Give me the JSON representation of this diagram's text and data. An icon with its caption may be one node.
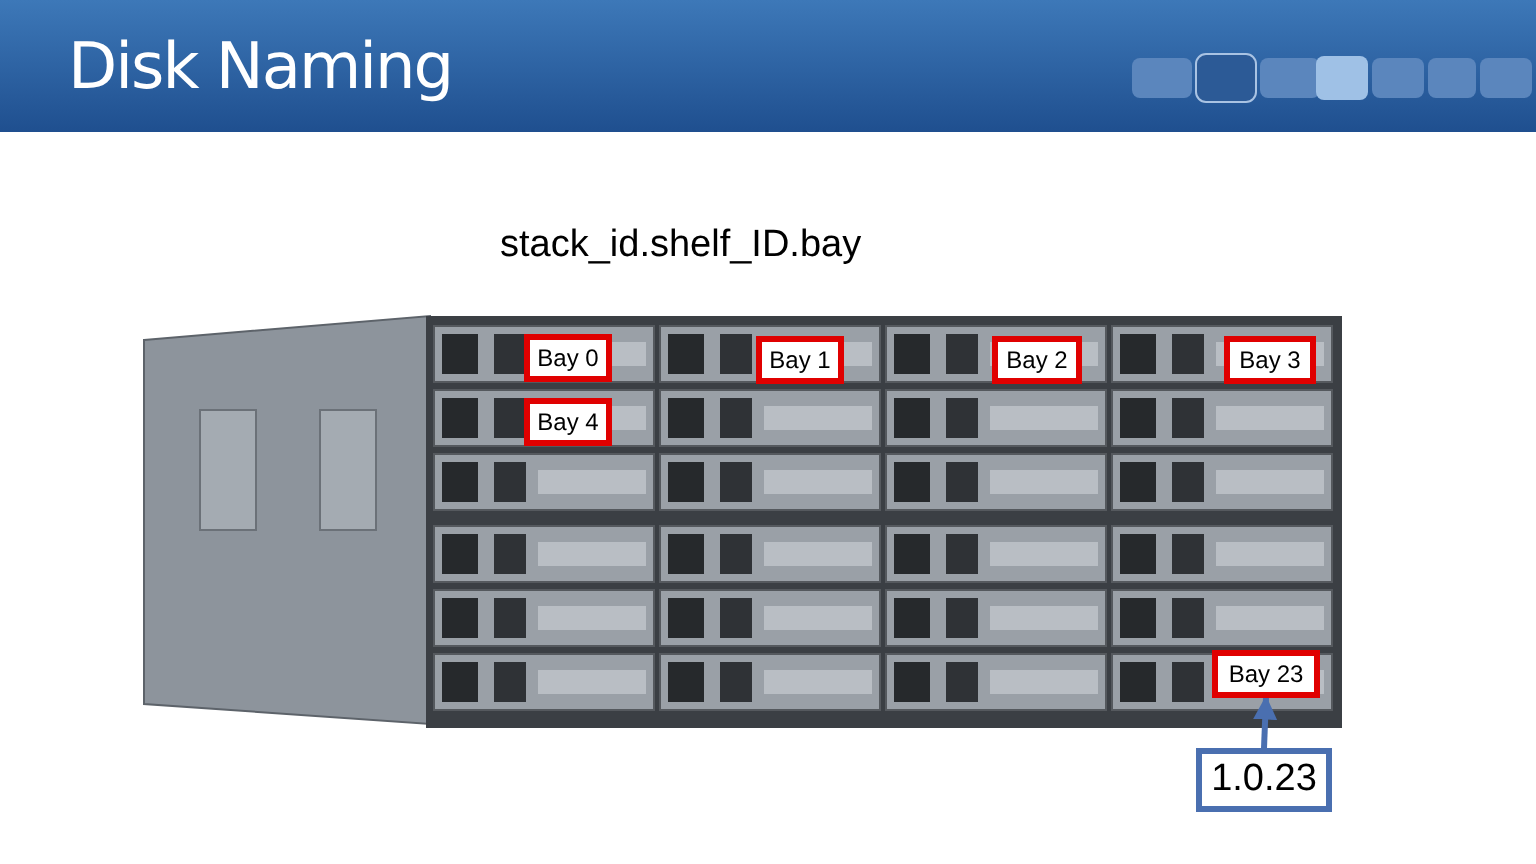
{
  "diagram": {
    "title": "Disk Naming",
    "nodes": [
      {
        "text": [
          "Bay 0"
        ]
      },
      {
        "text": [
          "Bay 1"
        ]
      },
      {
        "text": [
          "Bay 2"
        ]
      },
      {
        "text": [
          "Bay 3"
        ]
      },
      {
        "text": [
          "Bay 4"
        ]
      },
      {
        "text": [
          "Bay 23"
        ]
      },
      {
        "text": [
          "1.0.23"
        ]
      }
    ],
    "edges": [
      {
        "from": 6,
        "to": 5,
        "arrow": "to"
      }
    ],
    "labels": [
      "stack_id.shelf_ID.bay"
    ]
  }
}
